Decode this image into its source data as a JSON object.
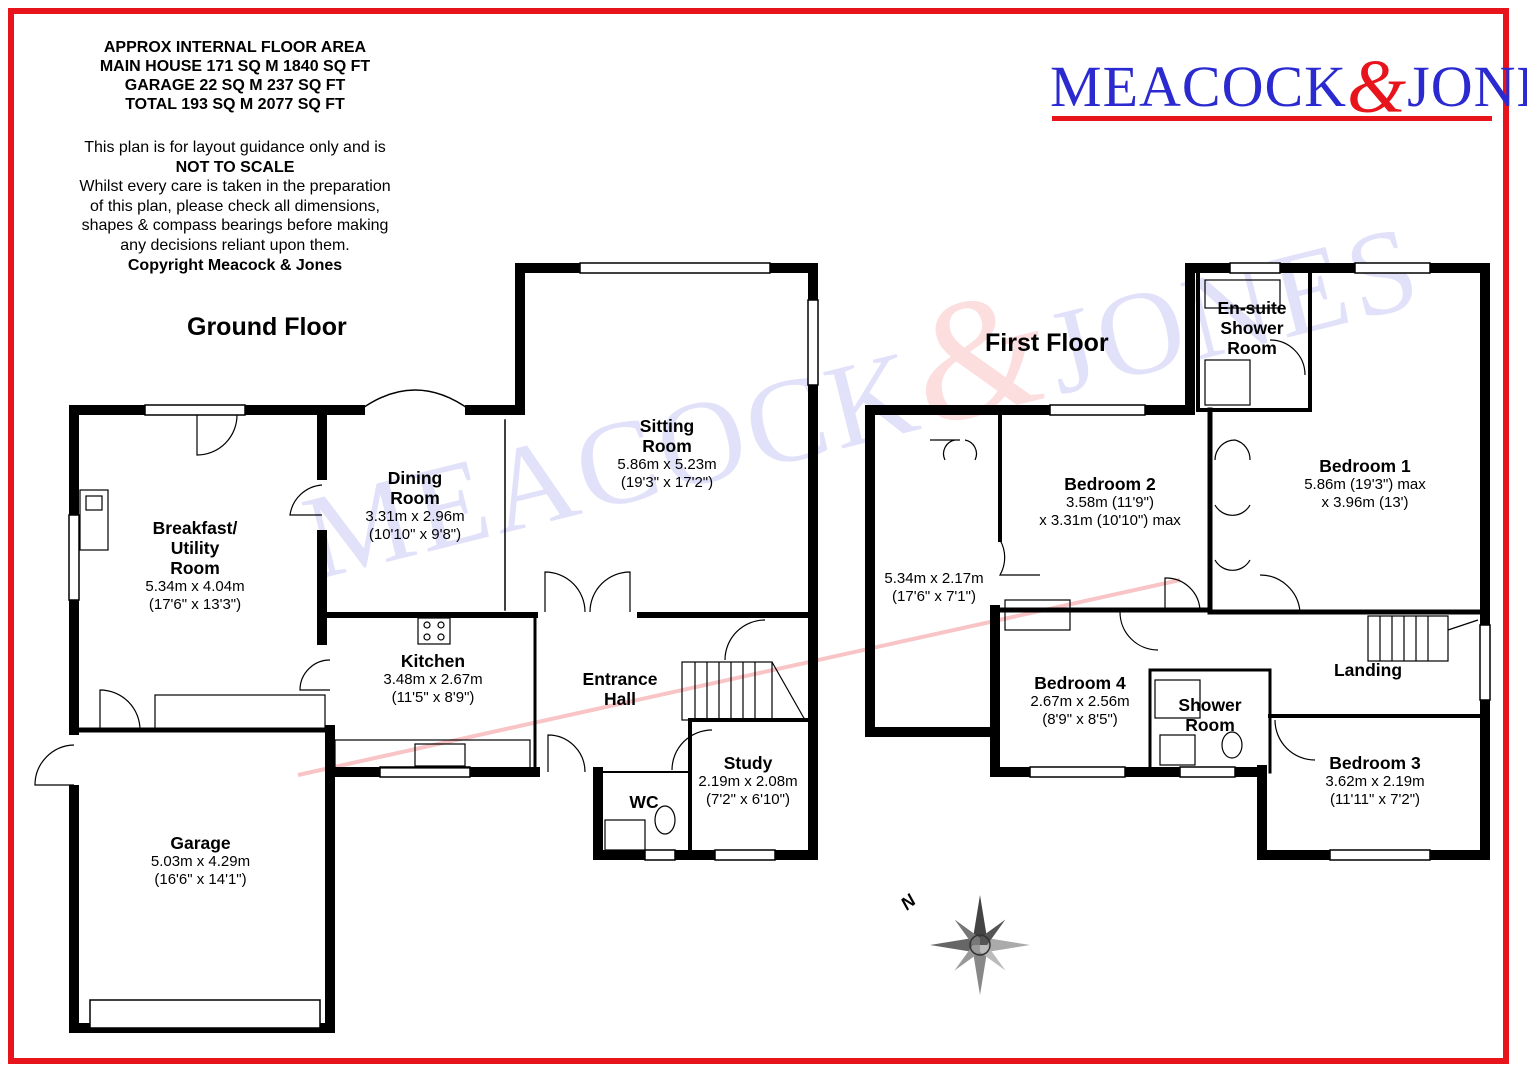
{
  "header": {
    "line1": "APPROX INTERNAL FLOOR AREA",
    "line2": "MAIN HOUSE 171 SQ M 1840 SQ FT",
    "line3": "GARAGE 22 SQ M 237 SQ FT",
    "line4": "TOTAL 193 SQ M 2077 SQ FT"
  },
  "disclaimer": {
    "line1": "This plan is for layout guidance only and is",
    "line2": "NOT TO SCALE",
    "line3": "Whilst every care is taken in the preparation",
    "line4": "of this plan, please check all dimensions,",
    "line5": "shapes & compass bearings before making",
    "line6": "any decisions reliant upon them.",
    "line7": "Copyright Meacock & Jones"
  },
  "logo": {
    "left": "MEACOCK",
    "amp": "&",
    "right": "JONES"
  },
  "watermark": {
    "left": "MEACOCK",
    "amp": "&",
    "right": "JONES"
  },
  "floors": {
    "ground": "Ground Floor",
    "first": "First Floor"
  },
  "rooms": {
    "breakfast": {
      "n1": "Breakfast/",
      "n2": "Utility",
      "n3": "Room",
      "m": "5.34m x 4.04m",
      "i": "(17'6\" x 13'3\")"
    },
    "dining": {
      "n1": "Dining",
      "n2": "Room",
      "m": "3.31m x 2.96m",
      "i": "(10'10\" x 9'8\")"
    },
    "sitting": {
      "n1": "Sitting",
      "n2": "Room",
      "m": "5.86m x 5.23m",
      "i": "(19'3\" x 17'2\")"
    },
    "kitchen": {
      "n": "Kitchen",
      "m": "3.48m x 2.67m",
      "i": "(11'5\" x 8'9\")"
    },
    "hall": {
      "n1": "Entrance",
      "n2": "Hall"
    },
    "study": {
      "n": "Study",
      "m": "2.19m x 2.08m",
      "i": "(7'2\" x 6'10\")"
    },
    "wc": {
      "n": "WC"
    },
    "garage": {
      "n": "Garage",
      "m": "5.03m x 4.29m",
      "i": "(16'6\" x 14'1\")"
    },
    "bed1": {
      "n": "Bedroom 1",
      "m": "5.86m (19'3\") max",
      "i": "x 3.96m (13')"
    },
    "bed2": {
      "n": "Bedroom 2",
      "m": "3.58m (11'9\")",
      "i": "x 3.31m (10'10\") max"
    },
    "bed3": {
      "n": "Bedroom 3",
      "m": "3.62m x 2.19m",
      "i": "(11'11\" x 7'2\")"
    },
    "bed4": {
      "n": "Bedroom 4",
      "m": "2.67m x 2.56m",
      "i": "(8'9\" x 8'5\")"
    },
    "ensuite": {
      "n1": "En-suite",
      "n2": "Shower",
      "n3": "Room"
    },
    "shower": {
      "n1": "Shower",
      "n2": "Room"
    },
    "landing": {
      "n": "Landing"
    },
    "unlabelled": {
      "m": "5.34m x 2.17m",
      "i": "(17'6\" x 7'1\")"
    }
  },
  "compass": {
    "label": "N"
  },
  "colors": {
    "brand_blue": "#2a2ad0",
    "brand_red": "#e8141c",
    "wall": "#000000"
  }
}
